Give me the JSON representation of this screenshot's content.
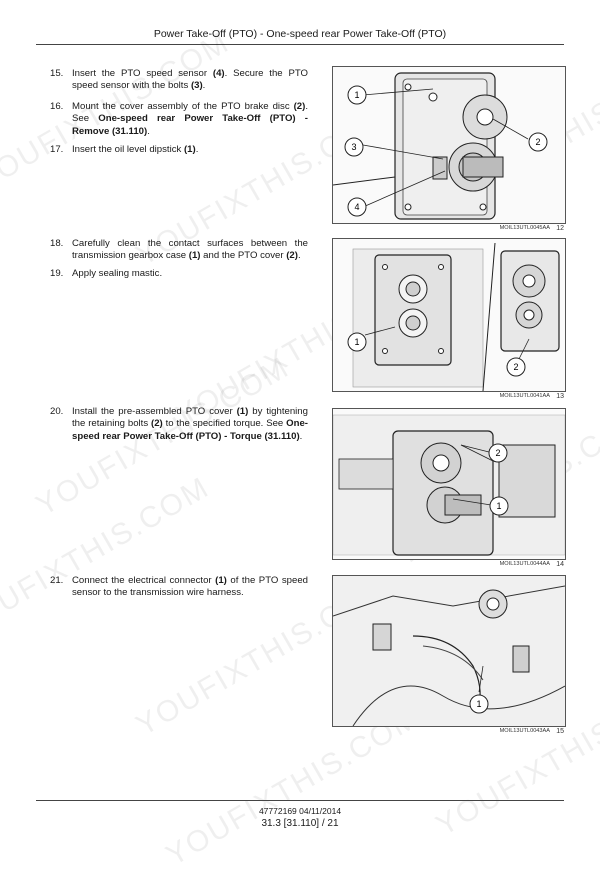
{
  "header": {
    "title": "Power Take-Off (PTO) - One-speed rear Power Take-Off (PTO)"
  },
  "steps": [
    {
      "num": "15.",
      "parts": [
        "Insert the PTO speed sensor ",
        "(4)",
        ".  Secure the PTO speed sensor with the bolts ",
        "(3)",
        "."
      ]
    },
    {
      "num": "16.",
      "parts": [
        "Mount the cover assembly of the PTO brake disc ",
        "(2)",
        ". See ",
        "One-speed rear Power Take-Off (PTO) - Remove (31.110)",
        "."
      ]
    },
    {
      "num": "17.",
      "parts": [
        "Insert the oil level dipstick ",
        "(1)",
        "."
      ]
    },
    {
      "num": "18.",
      "parts": [
        "Carefully clean the contact surfaces between the transmission gearbox case ",
        "(1)",
        " and the PTO cover ",
        "(2)",
        "."
      ]
    },
    {
      "num": "19.",
      "parts": [
        "Apply sealing mastic."
      ]
    },
    {
      "num": "20.",
      "parts": [
        "Install the pre-assembled PTO cover ",
        "(1)",
        " by tightening the retaining bolts ",
        "(2)",
        " to the specified torque.  See ",
        "One-speed rear Power Take-Off (PTO) - Torque (31.110)",
        "."
      ]
    },
    {
      "num": "21.",
      "parts": [
        "Connect the electrical connector ",
        "(1)",
        " of the PTO speed sensor to the transmission wire harness."
      ]
    }
  ],
  "figures": [
    {
      "code": "MOIL13UTL0045AA",
      "number": "12",
      "callouts": [
        "1",
        "2",
        "3",
        "4"
      ]
    },
    {
      "code": "MOIL13UTL0041AA",
      "number": "13",
      "callouts": [
        "1",
        "2"
      ]
    },
    {
      "code": "MOIL13UTL0044AA",
      "number": "14",
      "callouts": [
        "2",
        "1"
      ]
    },
    {
      "code": "MOIL13UTL0043AA",
      "number": "15",
      "callouts": [
        "1"
      ]
    }
  ],
  "watermark": "YOUFIXTHIS.COM",
  "footer": {
    "doc": "47772169 04/11/2014",
    "page": "31.3 [31.110] / 21"
  }
}
